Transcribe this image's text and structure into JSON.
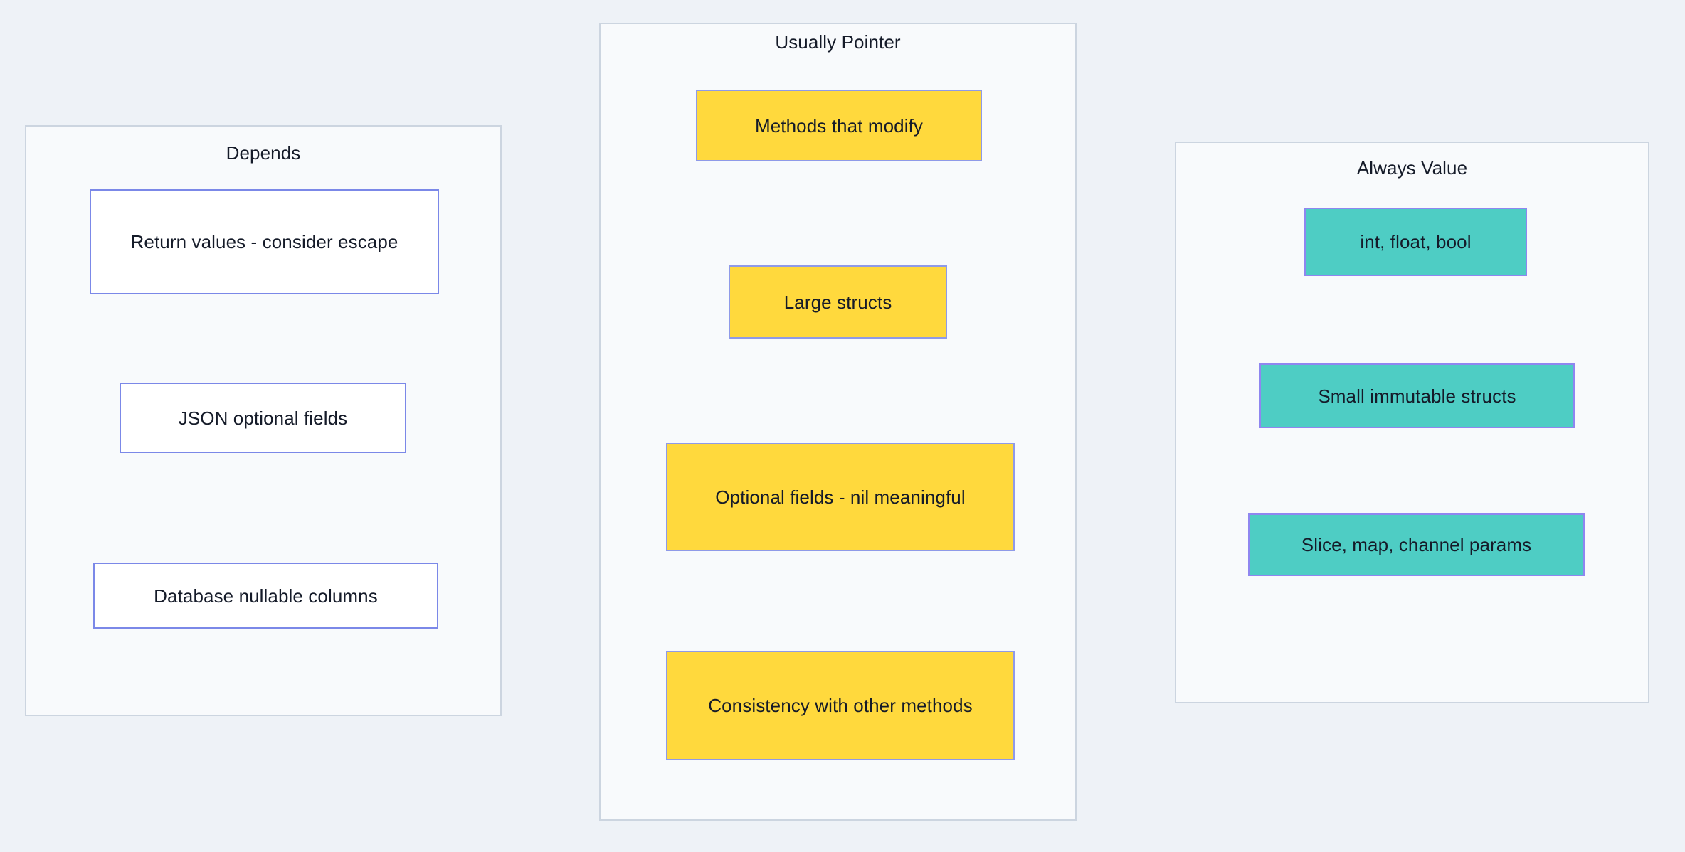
{
  "diagram": {
    "type": "grouped-decision-diagram",
    "background_color": "#eef2f7",
    "groups": [
      {
        "id": "depends",
        "title": "Depends",
        "fill": "#f8fafc",
        "border": "#ccd5e0",
        "nodes": [
          {
            "id": "return-values",
            "label": "Return values - consider escape",
            "fill": "#ffffff",
            "border": "#7b88e8"
          },
          {
            "id": "json-optional-fields",
            "label": "JSON optional fields",
            "fill": "#ffffff",
            "border": "#7b88e8"
          },
          {
            "id": "database-nullable-columns",
            "label": "Database nullable columns",
            "fill": "#ffffff",
            "border": "#7b88e8"
          }
        ]
      },
      {
        "id": "usually-pointer",
        "title": "Usually Pointer",
        "fill": "#f8fafc",
        "border": "#ccd5e0",
        "nodes": [
          {
            "id": "methods-that-modify",
            "label": "Methods that modify",
            "fill": "#ffd93d",
            "border": "#8f9ae8"
          },
          {
            "id": "large-structs",
            "label": "Large structs",
            "fill": "#ffd93d",
            "border": "#8f9ae8"
          },
          {
            "id": "optional-fields-nil-meaningful",
            "label": "Optional fields - nil meaningful",
            "fill": "#ffd93d",
            "border": "#8f9ae8"
          },
          {
            "id": "consistency-with-other-methods",
            "label": "Consistency with other methods",
            "fill": "#ffd93d",
            "border": "#8f9ae8"
          }
        ]
      },
      {
        "id": "always-value",
        "title": "Always Value",
        "fill": "#f8fafc",
        "border": "#ccd5e0",
        "nodes": [
          {
            "id": "int-float-bool",
            "label": "int, float, bool",
            "fill": "#4ecdc4",
            "border": "#8f86f0"
          },
          {
            "id": "small-immutable-structs",
            "label": "Small immutable structs",
            "fill": "#4ecdc4",
            "border": "#8f86f0"
          },
          {
            "id": "slice-map-channel-params",
            "label": "Slice, map, channel params",
            "fill": "#4ecdc4",
            "border": "#8f86f0"
          }
        ]
      }
    ]
  }
}
